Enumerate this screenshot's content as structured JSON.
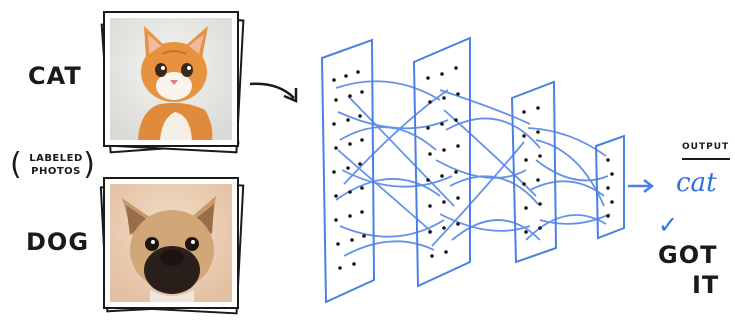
{
  "labels": {
    "cat": "CAT",
    "dog": "DOG",
    "labeled_line1": "LABELED",
    "labeled_line2": "PHOTOS",
    "output_heading": "OUTPUT",
    "output_value": "cat",
    "got_it_check": "✓",
    "got_it_line1": "GOT",
    "got_it_line2": "IT"
  },
  "colors": {
    "accent_blue": "#2f6fe0",
    "ink": "#1a1a1a"
  }
}
